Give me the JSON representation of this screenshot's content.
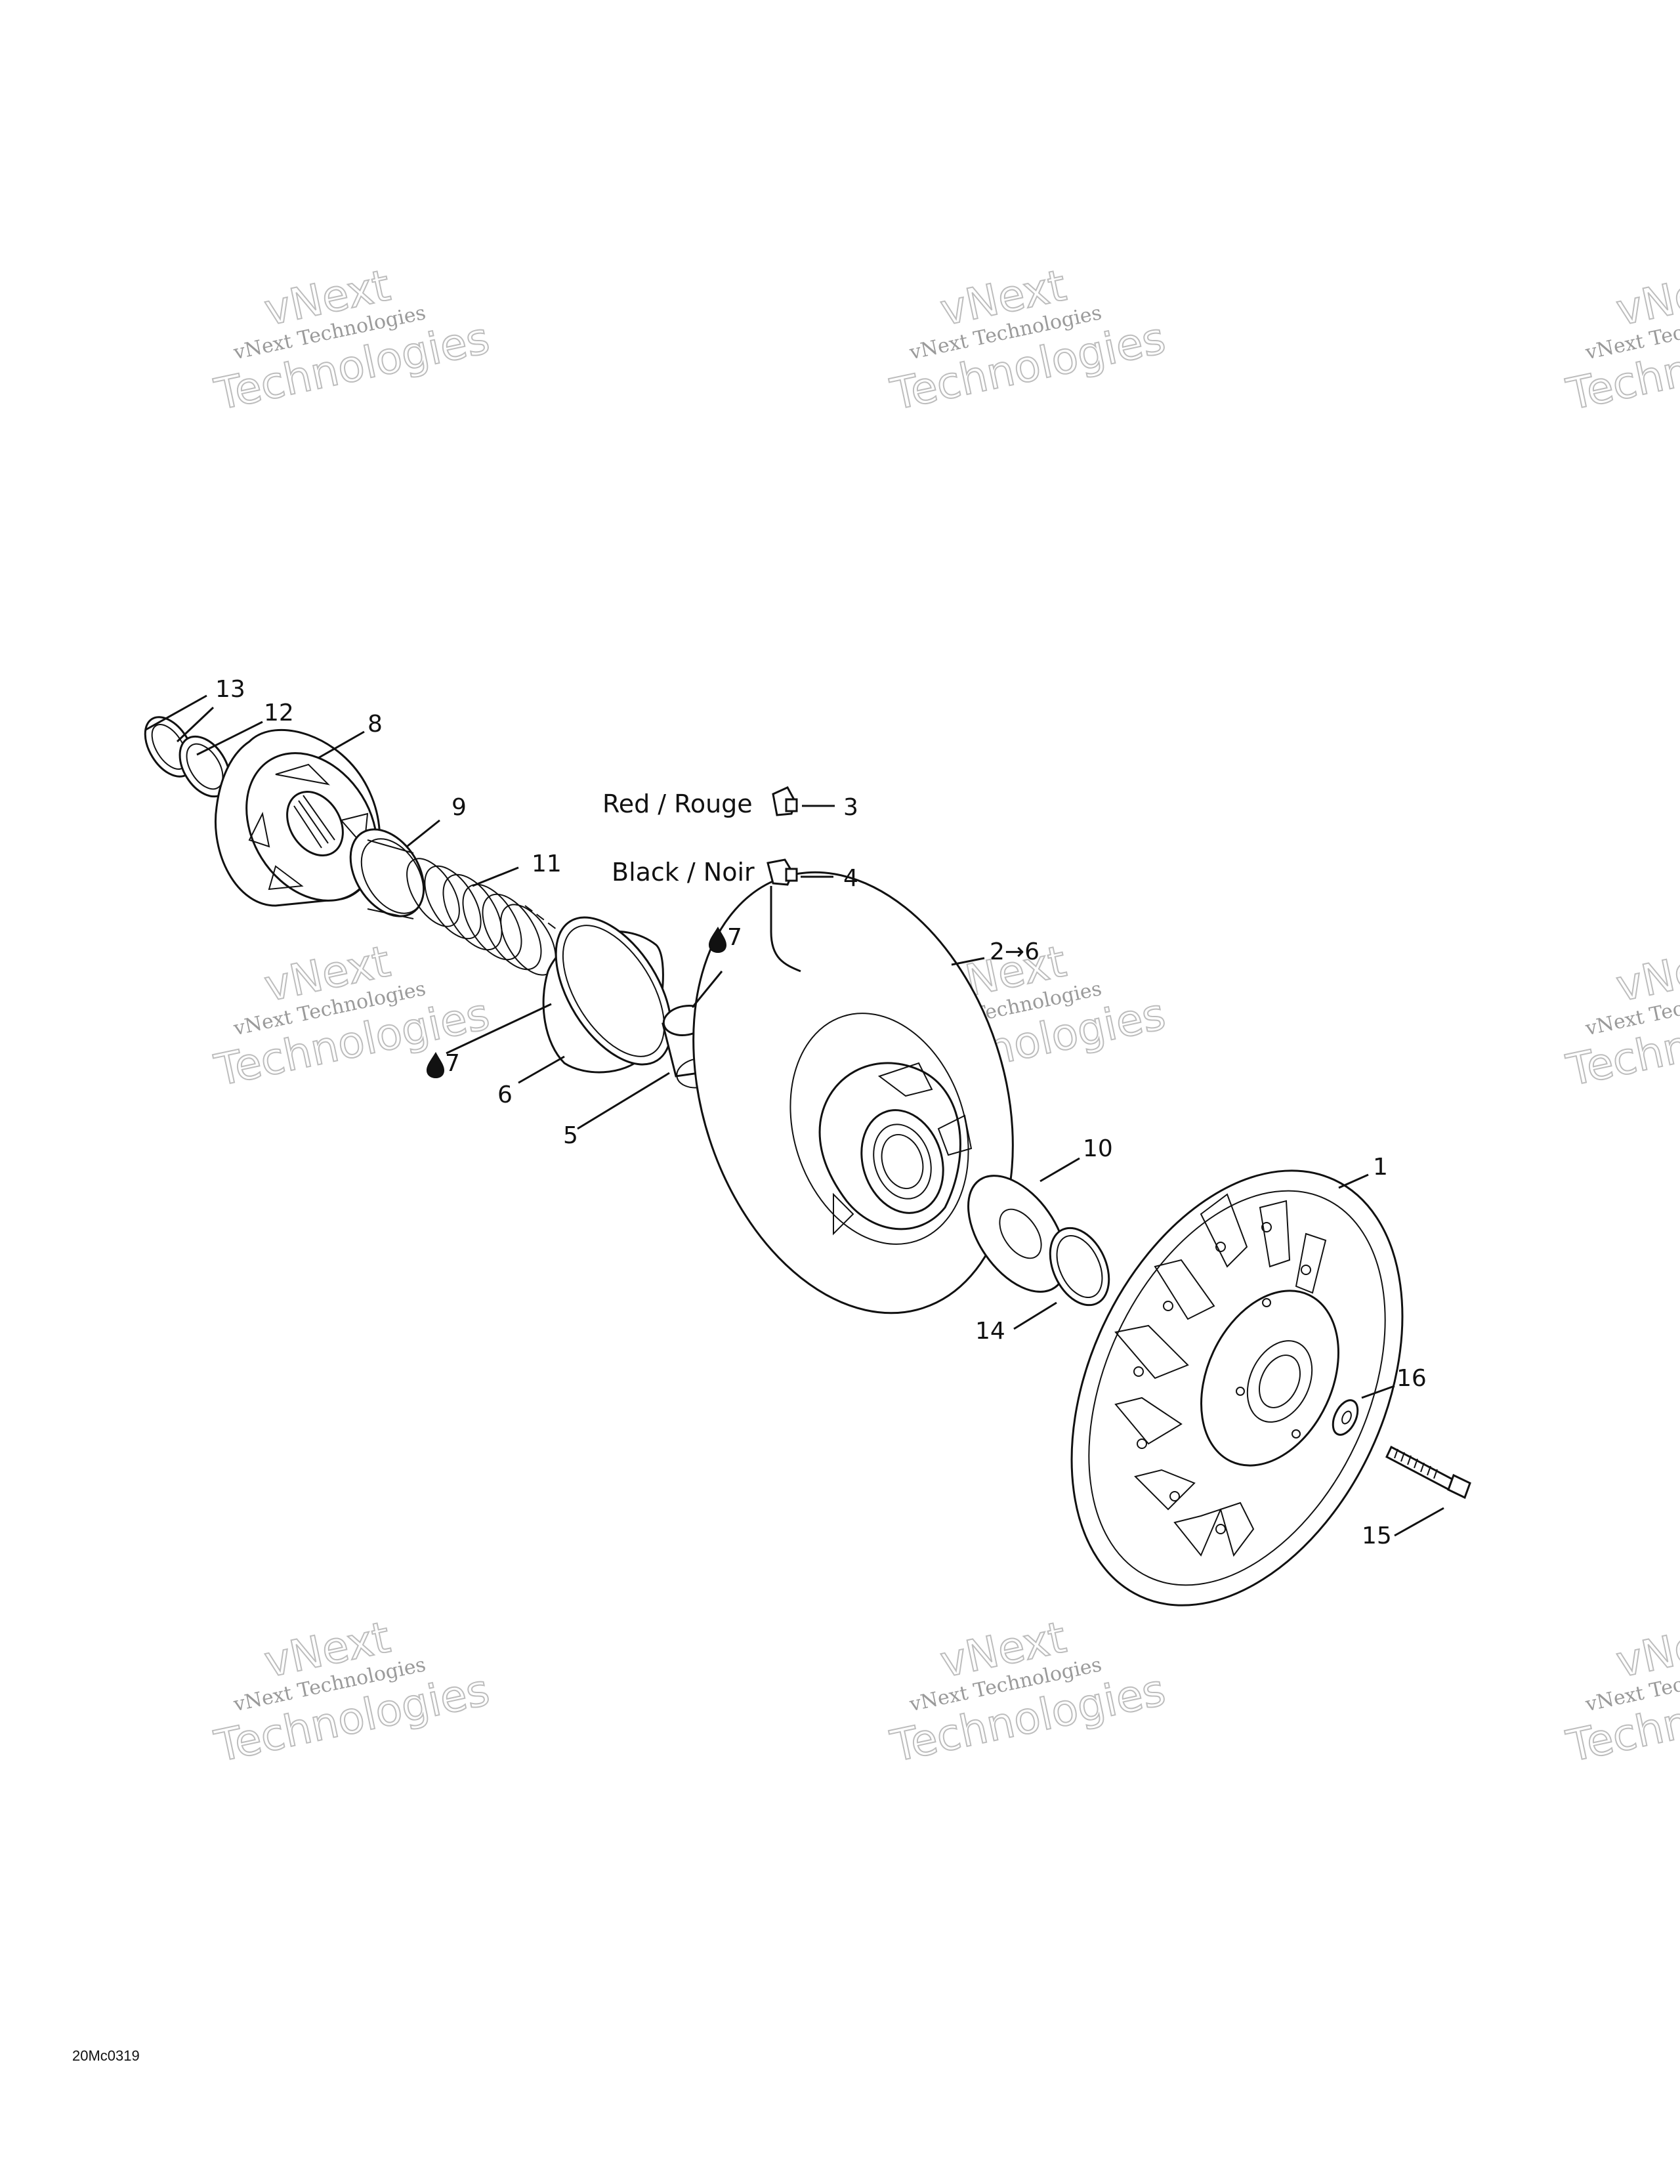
{
  "diagram": {
    "figure_code": "20Mc0319",
    "callouts": {
      "c1": "1",
      "c2_6": "2→6",
      "c3": "3",
      "c4": "4",
      "c5": "5",
      "c6": "6",
      "c7a": "7",
      "c7b": "7",
      "c8": "8",
      "c9": "9",
      "c10": "10",
      "c11": "11",
      "c12": "12",
      "c13": "13",
      "c14": "14",
      "c15": "15",
      "c16": "16"
    },
    "color_labels": {
      "red": "Red / Rouge",
      "black": "Black / Noir"
    }
  },
  "watermark": {
    "line1": "vNext",
    "line2": "vNext Technologies",
    "line3": "Technologies"
  }
}
